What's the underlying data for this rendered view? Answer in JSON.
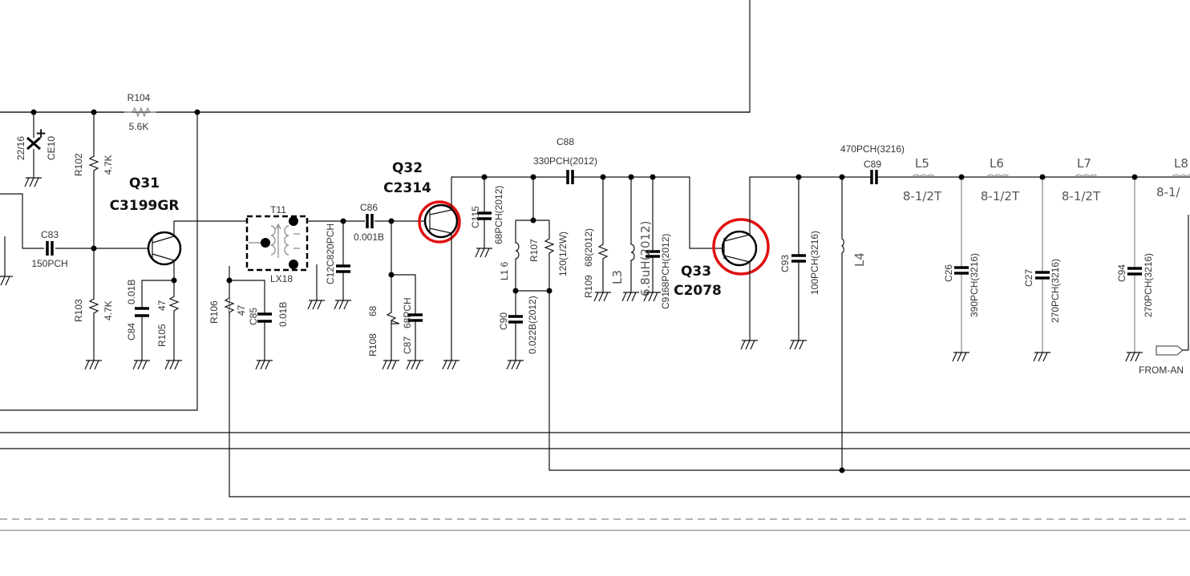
{
  "title": "RF amplifier schematic section",
  "colors": {
    "wire": "#111111",
    "highlight": "#e01010"
  },
  "transistors": {
    "q31": {
      "ref": "Q31",
      "part": "C3199GR"
    },
    "q32": {
      "ref": "Q32",
      "part": "C2314"
    },
    "q33": {
      "ref": "Q33",
      "part": "C2078"
    }
  },
  "resistors": {
    "r102": {
      "ref": "R102",
      "value": "4.7K"
    },
    "r103": {
      "ref": "R103",
      "value": "4.7K"
    },
    "r104": {
      "ref": "R104",
      "value": "5.6K"
    },
    "r105": {
      "ref": "R105",
      "value": "47"
    },
    "r106": {
      "ref": "R106",
      "value": "47"
    },
    "r107": {
      "ref": "R107",
      "value": "120(1/2W)"
    },
    "r108": {
      "ref": "R108",
      "value": "68"
    },
    "r109": {
      "ref": "R109",
      "value": "68(2012)"
    }
  },
  "capacitors": {
    "ce10": {
      "ref": "CE10",
      "value": "22/16",
      "polarity": "+"
    },
    "c83": {
      "ref": "C83",
      "value": "150PCH"
    },
    "c84": {
      "ref": "C84",
      "value": "0.01B"
    },
    "c85": {
      "ref": "C85",
      "value": "0.01B"
    },
    "c86": {
      "ref": "C86",
      "value": "0.001B"
    },
    "c87": {
      "ref": "C87",
      "value": "68PCH"
    },
    "c12": {
      "label": "C12C820PCH"
    },
    "c115": {
      "ref": "C115",
      "value": "68PCH(2012)"
    },
    "c88": {
      "ref": "C88",
      "value": "330PCH(2012)"
    },
    "c90": {
      "ref": "C90",
      "value": "0.022B(2012)"
    },
    "c91": {
      "ref": "C91",
      "value": "68PCH(2012)"
    },
    "c93": {
      "ref": "C93",
      "value": "100PCH(3216)"
    },
    "c89": {
      "ref": "C89",
      "value": "470PCH(3216)"
    },
    "c26": {
      "ref": "C26",
      "value": "390PCH(3216)"
    },
    "c27": {
      "ref": "C27",
      "value": "270PCH(3216)"
    },
    "c94": {
      "ref": "C94",
      "value": "270PCH(3216)"
    }
  },
  "inductors": {
    "l1": {
      "ref": "L1 6"
    },
    "l3": {
      "ref": "L3",
      "value": "6.8uH(2012)"
    },
    "l4": {
      "ref": "L4"
    },
    "l5": {
      "ref": "L5",
      "value": "8-1/2T"
    },
    "l6": {
      "ref": "L6",
      "value": "8-1/2T"
    },
    "l7": {
      "ref": "L7",
      "value": "8-1/2T"
    },
    "l8": {
      "ref": "L8",
      "value": "8-1/"
    }
  },
  "transformer": {
    "ref": "T11",
    "part": "LX18"
  },
  "connector": {
    "label": "FROM-AN"
  }
}
